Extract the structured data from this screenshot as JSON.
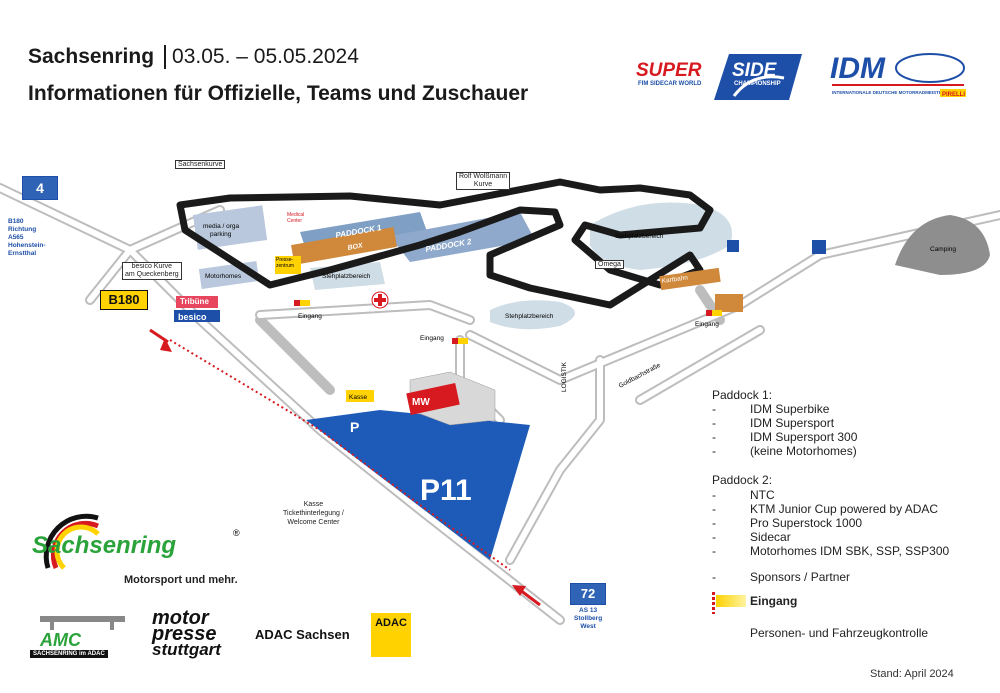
{
  "header": {
    "venue": "Sachsenring",
    "dates": "03.05. – 05.05.2024",
    "subtitle": "Informationen für Offizielle, Teams und Zuschauer"
  },
  "logos": {
    "superside_1": "SUPER",
    "superside_2": "SIDE",
    "superside_sub": "FIM SIDECAR WORLD",
    "superside_sub2": "CHAMPIONSHIP",
    "idm": "IDM",
    "idm_sub": "INTERNATIONALE DEUTSCHE MOTORRADMEISTERSCHAFT",
    "idm_pirelli": "PIRELLI",
    "sachsenring": "Sachsenring",
    "sachsenring_reg": "®",
    "sachsenring_tag": "Motorsport und mehr.",
    "amc": "AMC",
    "amc_sub": "SACHSENRING im ADAC",
    "motorpresse_1": "motor",
    "motorpresse_2": "presse",
    "motorpresse_3": "stuttgart",
    "adac_sachsen": "ADAC Sachsen",
    "adac": "ADAC"
  },
  "map": {
    "road_4": "4",
    "road_b180": "B180",
    "road_72": "72",
    "b180_note": [
      "B180",
      "Richtung",
      "A565",
      "Hohenstein-",
      "Ernstthal"
    ],
    "as13_note": [
      "AS 13",
      "Stollberg",
      "West"
    ],
    "sachsenkurve": "Sachsenkurve",
    "rolf": [
      "Rolf Wolßmann",
      "Kurve"
    ],
    "besico_kurve": [
      "besico Kurve",
      "am Queckenberg"
    ],
    "media": [
      "media / orga",
      "parking"
    ],
    "medical": [
      "Medical",
      "Center"
    ],
    "paddock1": "PADDOCK 1",
    "paddock2": "PADDOCK 2",
    "box": "BOX",
    "motorhomes": "Motorhomes",
    "presse": [
      "Presse-",
      "zentrum"
    ],
    "stehplatz1": "Stehplatzbereich",
    "stehplatz2": "Stehplatzbereich",
    "stehplatz3": "Stehplatzbereich",
    "omega": "Omega",
    "camping": "Camping",
    "tribuene": "Tribüne",
    "besico": "besico",
    "eingang1": "Eingang",
    "eingang2": "Eingang",
    "eingang3": "Eingang",
    "kasse_sign": "Kasse",
    "kasse_note": [
      "Kasse",
      "Tickethinterlegung /",
      "Welcome Center"
    ],
    "p11": "P11",
    "mw": "MW",
    "goldbach": "Goldbachstraße",
    "logistik": "LOGISTIK",
    "kartbahn": "Kartbahn"
  },
  "legend": {
    "paddock1_title": "Paddock 1:",
    "paddock1_items": [
      "IDM Superbike",
      "IDM Supersport",
      "IDM Supersport 300",
      "(keine Motorhomes)"
    ],
    "paddock2_title": "Paddock 2:",
    "paddock2_items": [
      "NTC",
      "KTM Junior Cup powered by ADAC",
      "Pro Superstock 1000",
      "Sidecar",
      "Motorhomes IDM SBK, SSP, SSP300"
    ],
    "sponsors": "Sponsors / Partner",
    "eingang": "Eingang",
    "kontrolle": "Personen- und Fahrzeugkontrolle",
    "dash": "-"
  },
  "footer": {
    "stand": "Stand: April 2024"
  },
  "colors": {
    "track": "#1a1a1a",
    "road": "#b9b9b9",
    "p11_blue": "#1e5bb8",
    "stehplatz": "#cfdde6",
    "paddock": "#7f9fc4",
    "camping": "#8e8e8e",
    "entrance_red": "#d71920",
    "entrance_yellow": "#ffd200",
    "idm_blue": "#1d4fa8"
  }
}
